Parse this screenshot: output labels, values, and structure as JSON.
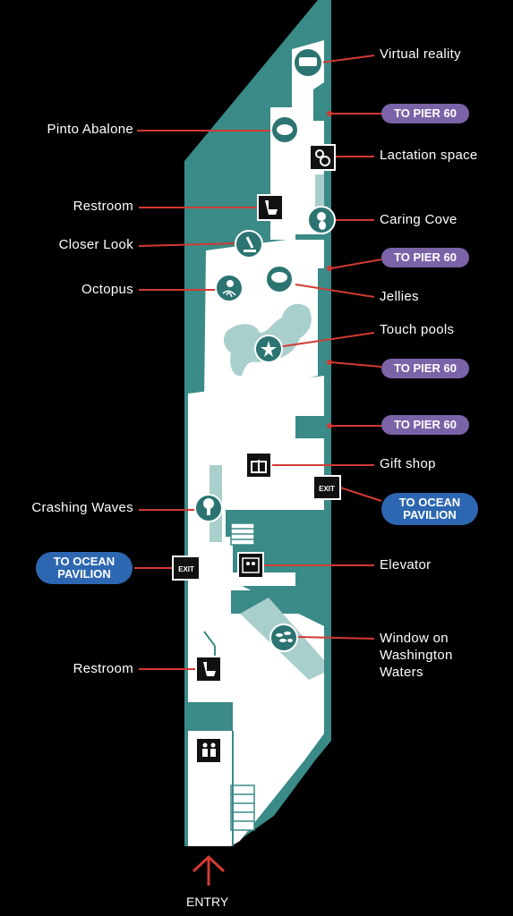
{
  "labels": {
    "virtual_reality": "Virtual reality",
    "pinto_abalone": "Pinto Abalone",
    "lactation_space": "Lactation space",
    "restroom_upper": "Restroom",
    "caring_cove": "Caring Cove",
    "closer_look": "Closer Look",
    "octopus": "Octopus",
    "jellies": "Jellies",
    "touch_pools": "Touch pools",
    "gift_shop": "Gift shop",
    "crashing_waves": "Crashing Waves",
    "elevator": "Elevator",
    "window_line1": "Window on",
    "window_line2": "Washington",
    "window_line3": "Waters",
    "restroom_lower": "Restroom"
  },
  "pier_labels": [
    "TO PIER 60",
    "TO PIER 60",
    "TO PIER 60",
    "TO PIER 60"
  ],
  "ocean_pavilion": {
    "right_line1": "TO OCEAN",
    "right_line2": "PAVILION",
    "left_line1": "TO OCEAN",
    "left_line2": "PAVILION"
  },
  "exit_sign": "EXIT",
  "entry": "ENTRY",
  "colors": {
    "background": "#000000",
    "building": "#3a8a87",
    "floor": "#ffffff",
    "leader": "#d23a34",
    "pier_pill": "#7b63a8",
    "ocean_pill": "#2e67b1",
    "pool": "#a9cfcc"
  },
  "icons": [
    "vr-headset-icon",
    "abalone-icon",
    "lactation-icon",
    "restroom-icon",
    "caring-cove-icon",
    "microscope-icon",
    "octopus-icon",
    "jellyfish-icon",
    "starfish-icon",
    "gift-icon",
    "exit-sign-icon",
    "palm-wave-icon",
    "elevator-icon",
    "fish-school-icon",
    "family-restroom-icon",
    "entry-arrow-icon"
  ]
}
